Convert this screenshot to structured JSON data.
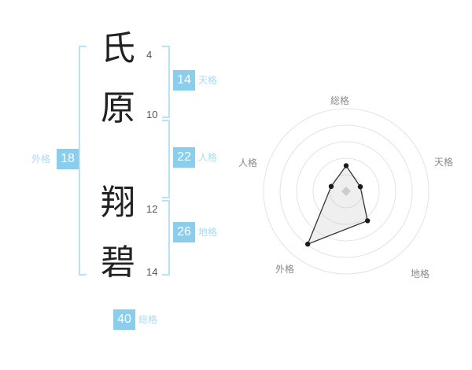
{
  "name": {
    "chars": [
      {
        "char": "氏",
        "strokes": "4"
      },
      {
        "char": "原",
        "strokes": "10"
      },
      {
        "char": "翔",
        "strokes": "12"
      },
      {
        "char": "碧",
        "strokes": "14"
      }
    ]
  },
  "categories": {
    "tenkaku": {
      "label": "天格",
      "value": "14"
    },
    "jinkaku": {
      "label": "人格",
      "value": "22"
    },
    "chikaku": {
      "label": "地格",
      "value": "26"
    },
    "gaikaku": {
      "label": "外格",
      "value": "18"
    },
    "soukaku": {
      "label": "総格",
      "value": "40"
    }
  },
  "colors": {
    "badge_bg": "#8bcdec",
    "label_text": "#a9dbf3",
    "bracket": "#b9e2f4",
    "ring": "#e3e3e3",
    "polygon_stroke": "#333333"
  },
  "chart_data": {
    "type": "radar",
    "title": "",
    "categories": [
      "総格",
      "天格",
      "地格",
      "外格",
      "人格"
    ],
    "values": [
      31,
      18,
      44,
      79,
      19
    ],
    "max": 100,
    "rings": 5,
    "grid": "circular",
    "legend_position": "none"
  }
}
